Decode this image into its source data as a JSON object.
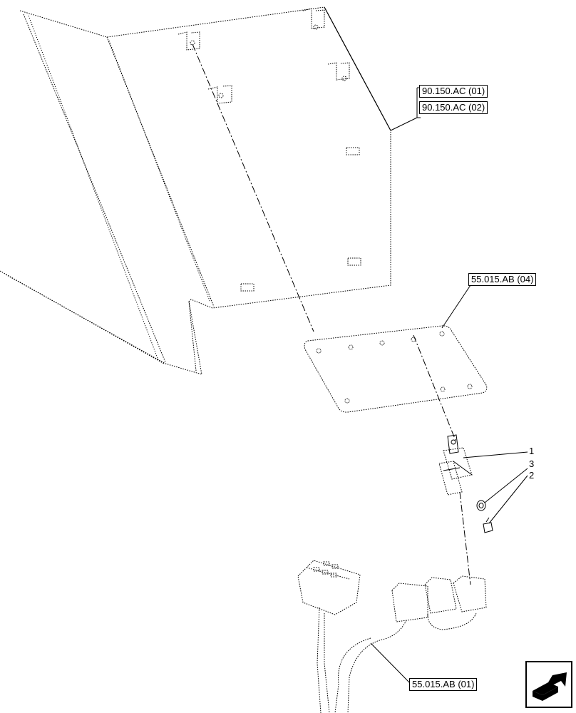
{
  "references": {
    "ref_90150ac_01": "90.150.AC (01)",
    "ref_90150ac_02": "90.150.AC (02)",
    "ref_55015ab_04": "55.015.AB (04)",
    "ref_55015ab_01": "55.015.AB (01)"
  },
  "callouts": {
    "item1": "1",
    "item2": "2",
    "item3": "3"
  },
  "navigation": {
    "next_icon": "arrow-next-icon"
  }
}
